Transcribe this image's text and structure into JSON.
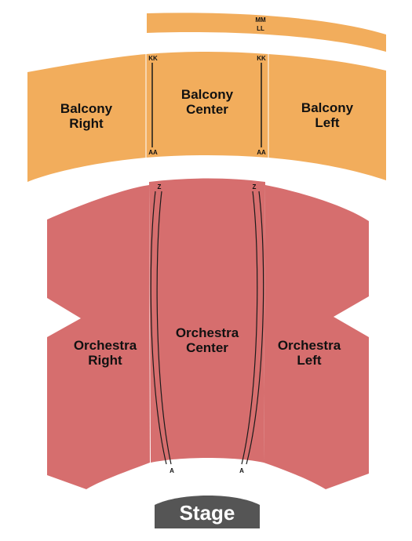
{
  "colors": {
    "balcony": "#f2ad5c",
    "orchestra": "#d66e6e",
    "stage": "#555555",
    "aisle_line": "#1a1a1a",
    "background": "#ffffff"
  },
  "balcony_mm": {
    "rows": [
      "MM",
      "LL"
    ]
  },
  "balcony": {
    "right": {
      "line1": "Balcony",
      "line2": "Right"
    },
    "center": {
      "line1": "Balcony",
      "line2": "Center"
    },
    "left": {
      "line1": "Balcony",
      "line2": "Left"
    },
    "aisle_left": {
      "top": "KK",
      "bottom": "AA"
    },
    "aisle_right": {
      "top": "KK",
      "bottom": "AA"
    }
  },
  "orchestra": {
    "right": {
      "line1": "Orchestra",
      "line2": "Right"
    },
    "center": {
      "line1": "Orchestra",
      "line2": "Center"
    },
    "left": {
      "line1": "Orchestra",
      "line2": "Left"
    },
    "aisle_left": {
      "top": "Z",
      "bottom": "A"
    },
    "aisle_right": {
      "top": "Z",
      "bottom": "A"
    }
  },
  "stage": {
    "label": "Stage"
  }
}
